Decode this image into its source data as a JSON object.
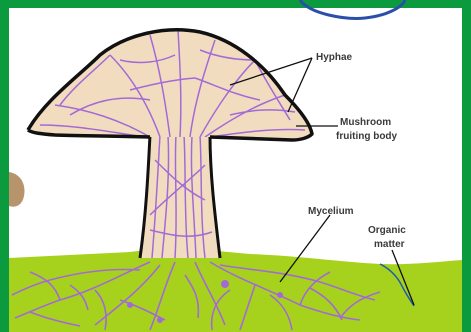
{
  "labels": {
    "hyphae": "Hyphae",
    "fruiting_body_line1": "Mushroom",
    "fruiting_body_line2": "fruiting body",
    "mycelium": "Mycelium",
    "organic_matter_line1": "Organic",
    "organic_matter_line2": "matter"
  },
  "colors": {
    "cap_fill": "#f2dcc0",
    "hyphae": "#a36ad6",
    "soil": "#a6d21e",
    "frame": "#0b9a3e",
    "outline": "#111111"
  }
}
